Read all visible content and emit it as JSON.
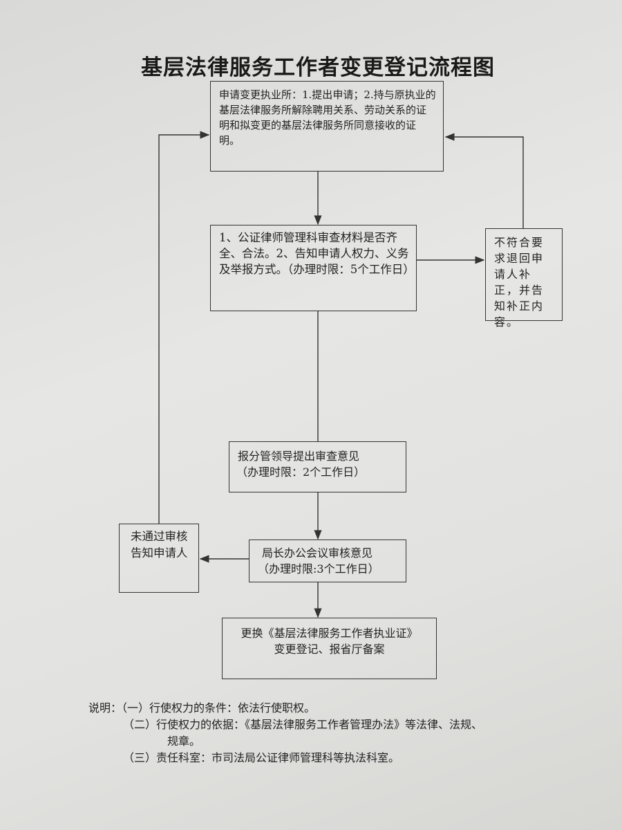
{
  "title": "基层法律服务工作者变更登记流程图",
  "boxes": {
    "apply": "申请变更执业所：1.提出申请；2.持与原执业的基层法律服务所解除聘用关系、劳动关系的证明和拟变更的基层法律服务所同意接收的证明。",
    "review": "1、公证律师管理科审查材料是否齐全、合法。2、告知申请人权力、义务及举报方式。（办理时限：5个工作日）",
    "reject": "不符合要求退回申请人补正，并告知补正内容。",
    "leader_line1": "报分管领导提出审查意见",
    "leader_line2": "（办理时限：2个工作日）",
    "meeting_line1": "局长办公会议审核意见",
    "meeting_line2": "（办理时限:3个工作日）",
    "not_passed": "未通过审核告知申请人",
    "final_line1": "更换《基层法律服务工作者执业证》",
    "final_line2": "变更登记、报省厅备案"
  },
  "notes": {
    "label": "说明：",
    "item1": "（一）行使权力的条件：依法行使职权。",
    "item2a": "（二）行使权力的依据：《基层法律服务工作者管理办法》等法律、法规、",
    "item2b": "规章。",
    "item3": "（三）责任科室：市司法局公证律师管理科等执法科室。"
  }
}
